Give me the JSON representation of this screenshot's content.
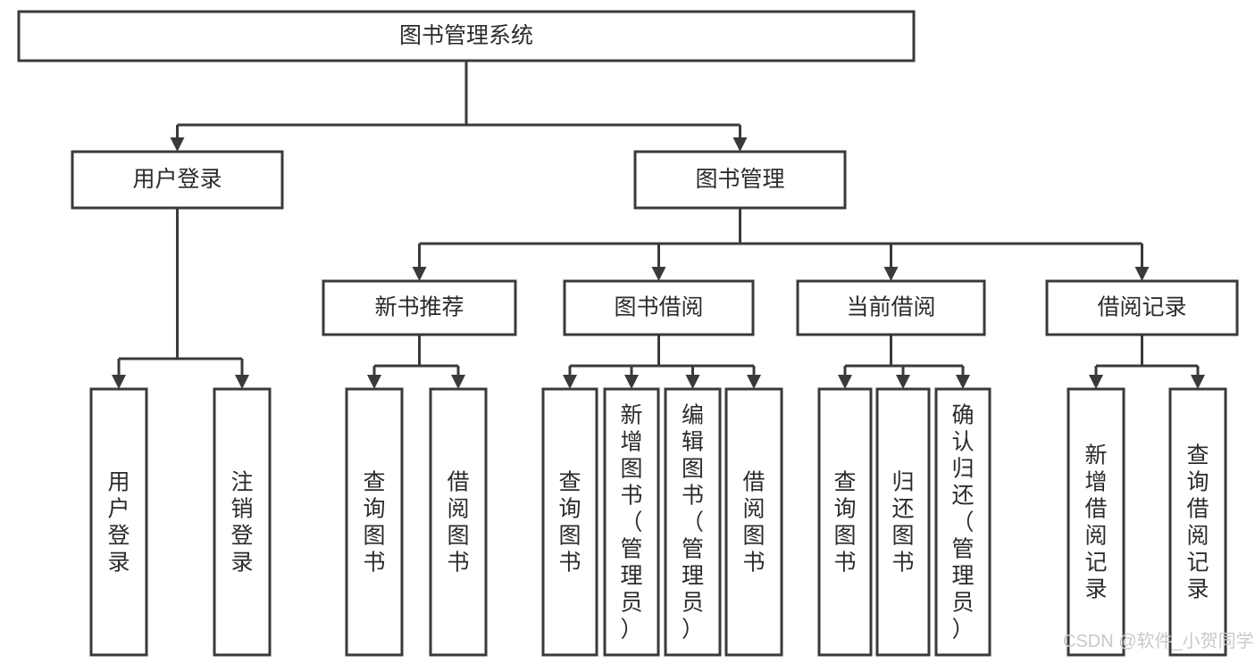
{
  "diagram": {
    "title": "图书管理系统",
    "type": "tree-hierarchy-diagram",
    "colors": {
      "box_stroke": "#3a3a3a",
      "box_fill": "#ffffff",
      "text": "#2b2b2b",
      "watermark": "#c9c9c9",
      "background": "#ffffff"
    },
    "root": {
      "label": "图书管理系统"
    },
    "level2": [
      {
        "label": "用户登录"
      },
      {
        "label": "图书管理"
      }
    ],
    "level3": [
      {
        "label": "新书推荐"
      },
      {
        "label": "图书借阅"
      },
      {
        "label": "当前借阅"
      },
      {
        "label": "借阅记录"
      }
    ],
    "leaves": {
      "user_login": [
        {
          "label": "用户登录"
        },
        {
          "label": "注销登录"
        }
      ],
      "new_book_recommend": [
        {
          "label": "查询图书"
        },
        {
          "label": "借阅图书"
        }
      ],
      "book_borrow": [
        {
          "label": "查询图书"
        },
        {
          "label": "新增图书（管理员）"
        },
        {
          "label": "编辑图书（管理员）"
        },
        {
          "label": "借阅图书"
        }
      ],
      "current_borrow": [
        {
          "label": "查询图书"
        },
        {
          "label": "归还图书"
        },
        {
          "label": "确认归还（管理员）"
        }
      ],
      "borrow_record": [
        {
          "label": "新增借阅记录"
        },
        {
          "label": "查询借阅记录"
        }
      ]
    }
  },
  "watermark": {
    "text": "CSDN @软件_小贺同学"
  }
}
